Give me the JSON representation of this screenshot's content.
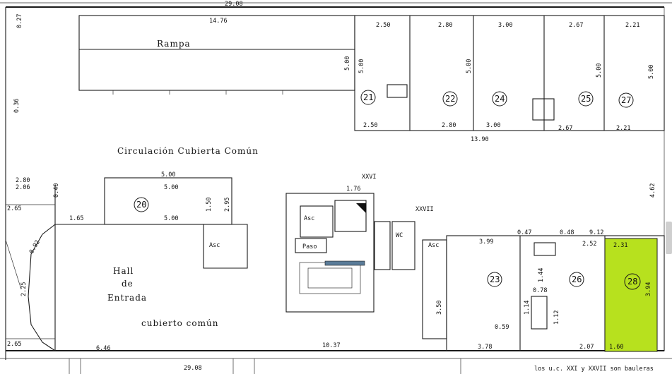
{
  "plan": {
    "top_total": "29.08",
    "bottom_total": "29.08",
    "ramp_label": "Rampa",
    "ramp_width": "14.76",
    "circulation_label": "Circulación Cubierta Común",
    "lobby_label_1": "Hall",
    "lobby_label_2": "de",
    "lobby_label_3": "Entrada",
    "covered_common": "cubierto común",
    "footer_note": "los u.c. XXI y XXVII son bauleras",
    "roman_1": "XXVI",
    "roman_2": "XXVII",
    "units": [
      {
        "id": "u21",
        "number": "21"
      },
      {
        "id": "u22",
        "number": "22"
      },
      {
        "id": "u24",
        "number": "24"
      },
      {
        "id": "u25",
        "number": "25"
      },
      {
        "id": "u27",
        "number": "27"
      },
      {
        "id": "u20",
        "number": "20"
      },
      {
        "id": "u23",
        "number": "23"
      },
      {
        "id": "u26",
        "number": "26"
      },
      {
        "id": "u28",
        "number": "28",
        "highlighted": true
      }
    ],
    "rooms": {
      "asc_1": "Asc",
      "asc_2": "Asc",
      "asc_3": "Asc",
      "paso": "Paso",
      "wc": "WC"
    },
    "dims": {
      "d_top_2_50": "2.50",
      "d_top_2_80": "2.80",
      "d_top_3_00": "3.00",
      "d_top_2_67": "2.67",
      "d_top_2_21": "2.21",
      "d_bot_2_50": "2.50",
      "d_bot_2_80": "2.80",
      "d_bot_3_00": "3.00",
      "d_bot_2_67": "2.67",
      "d_bot_2_21": "2.21",
      "d_13_90": "13.90",
      "d_5_00_a": "5.00",
      "d_5_00_b": "5.00",
      "d_5_00_c": "5.00",
      "d_5_00_d": "5.00",
      "d_5_00_e": "5.00",
      "d_4_62": "4.62",
      "d_0_36": "0.36",
      "d_0_27": "0.27",
      "d_2_80": "2.80",
      "d_2_06": "2.06",
      "d_2_65_a": "2.65",
      "d_2_65_b": "2.65",
      "d_1_65": "1.65",
      "d_0_40": "0.40",
      "d_6_46": "6.46",
      "d_10_37": "10.37",
      "d_2_25": "2.25",
      "d_0_92": "0.92",
      "d_u20_5_00": "5.00",
      "d_u20_5_00b": "5.00",
      "d_u20_5_00c": "5.00",
      "d_u20_1_50": "1.50",
      "d_u20_2_95": "2.95",
      "d_3_99": "3.99",
      "d_0_47": "0.47",
      "d_0_48": "0.48",
      "d_9_12": "9.12",
      "d_2_52": "2.52",
      "d_2_31": "2.31",
      "d_3_94": "3.94",
      "d_3_78": "3.78",
      "d_1_14": "1.14",
      "d_0_59": "0.59",
      "d_0_78": "0.78",
      "d_1_76": "1.76",
      "d_1_60": "1.60",
      "d_2_07": "2.07",
      "d_3_50": "3.50",
      "d_1_12": "1.12",
      "d_1_44": "1.44"
    }
  }
}
